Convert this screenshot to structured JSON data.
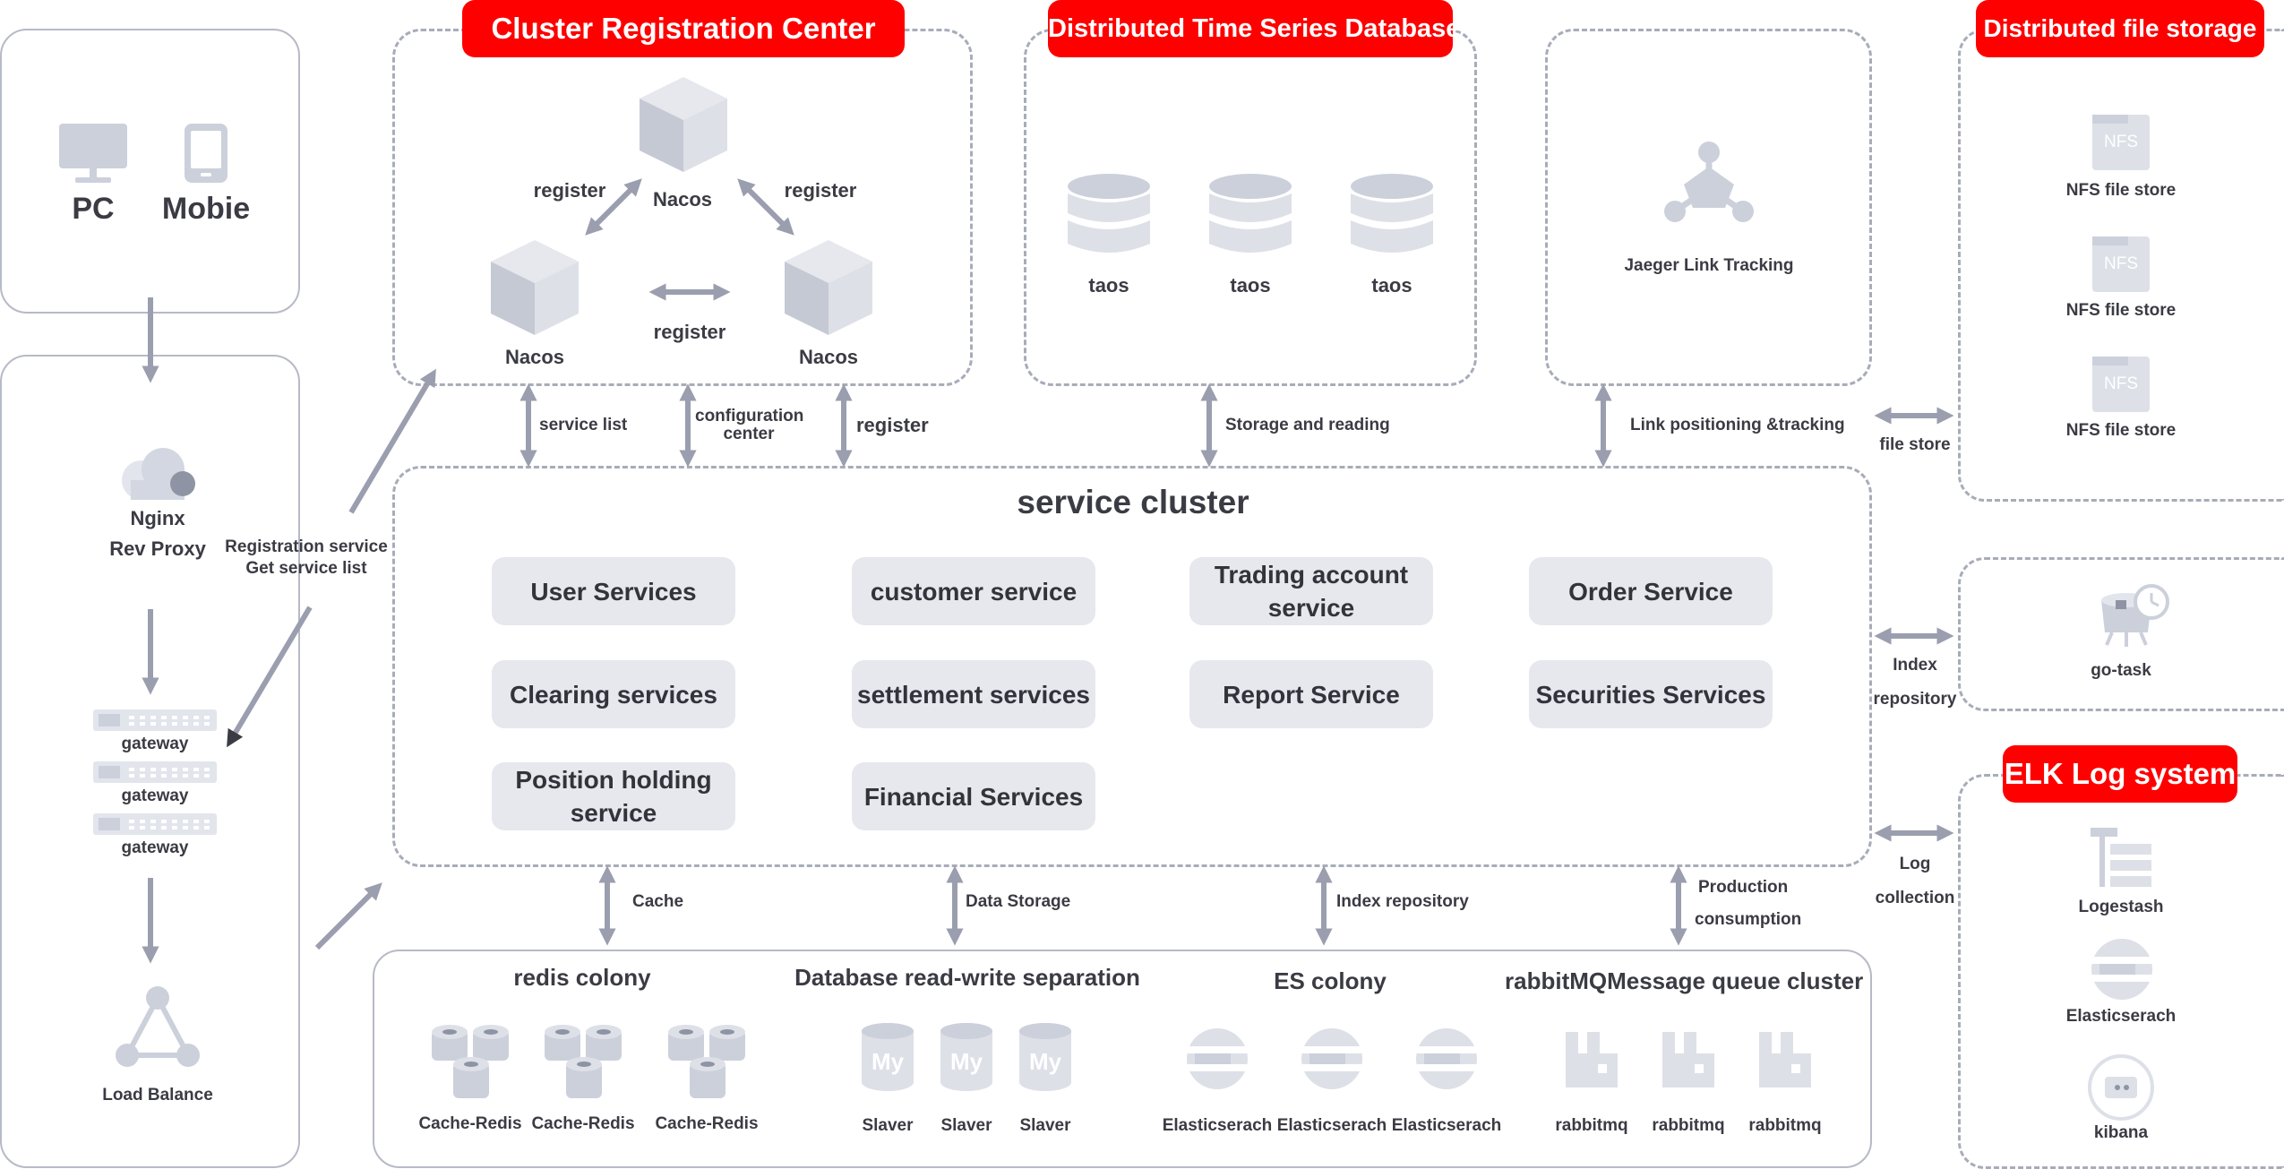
{
  "client": {
    "pc": "PC",
    "mobile": "Mobie"
  },
  "left": {
    "nginx": "Nginx",
    "rev_proxy": "Rev Proxy",
    "gateways": [
      "gateway",
      "gateway",
      "gateway"
    ],
    "load_balance": "Load Balance",
    "reg_service": "Registration service",
    "get_list": "Get service list"
  },
  "registration": {
    "title": "Cluster Registration Center",
    "nacos": [
      "Nacos",
      "Nacos",
      "Nacos"
    ],
    "register": [
      "register",
      "register",
      "register"
    ]
  },
  "tsdb": {
    "title": "Distributed Time Series Database",
    "nodes": [
      "taos",
      "taos",
      "taos"
    ]
  },
  "jaeger": {
    "label": "Jaeger Link Tracking"
  },
  "fs": {
    "title": "Distributed file storage",
    "items": [
      "NFS file store",
      "NFS file store",
      "NFS file store"
    ],
    "nfs": "NFS"
  },
  "links": {
    "service_list": "service list",
    "config_center_1": "configuration",
    "config_center_2": "center",
    "register": "register",
    "storage_reading": "Storage and reading",
    "link_tracking": "Link positioning &tracking",
    "file_store": "file store",
    "index_repo_1": "Index",
    "index_repo_2": "repository",
    "log_collection_1": "Log",
    "log_collection_2": "collection",
    "cache": "Cache",
    "data_storage": "Data Storage",
    "index_repository": "Index repository",
    "production": "Production",
    "consumption": "consumption"
  },
  "cluster": {
    "title": "service cluster",
    "services": [
      "User Services",
      "customer service",
      "Trading account service",
      "Order Service",
      "Clearing services",
      "settlement services",
      "Report Service",
      "Securities Services",
      "Position holding service",
      "Financial Services"
    ]
  },
  "gotask": {
    "label": "go-task"
  },
  "elk": {
    "title": "ELK Log system",
    "items": [
      "Logestash",
      "Elasticserach",
      "kibana"
    ]
  },
  "bottom": {
    "redis_title": "redis colony",
    "redis_items": [
      "Cache-Redis",
      "Cache-Redis",
      "Cache-Redis"
    ],
    "db_title": "Database read-write separation",
    "db_items": [
      "Slaver",
      "Slaver",
      "Slaver"
    ],
    "mysql": "My",
    "es_title": "ES colony",
    "es_items": [
      "Elasticserach",
      "Elasticserach",
      "Elasticserach"
    ],
    "mq_title": "rabbitMQMessage queue cluster",
    "mq_items": [
      "rabbitmq",
      "rabbitmq",
      "rabbitmq"
    ]
  },
  "colors": {
    "accent": "#ff0000",
    "arrow": "#9a9eae",
    "icon": "#ccd0db",
    "box": "#e6e8ee"
  }
}
